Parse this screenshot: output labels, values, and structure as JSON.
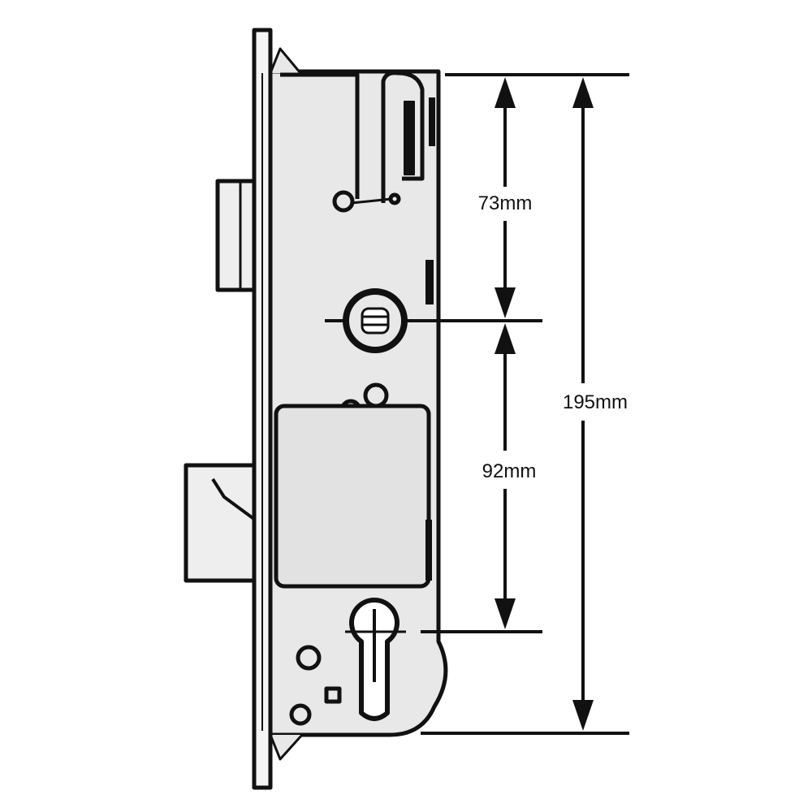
{
  "diagram": {
    "dimensions": [
      {
        "id": "top-to-follower",
        "label": "73mm"
      },
      {
        "id": "follower-to-cylinder",
        "label": "92mm"
      },
      {
        "id": "overall-case",
        "label": "195mm"
      }
    ],
    "colors": {
      "line": "#111111",
      "case_fill": "#e8e8e8",
      "background": "#ffffff"
    }
  }
}
